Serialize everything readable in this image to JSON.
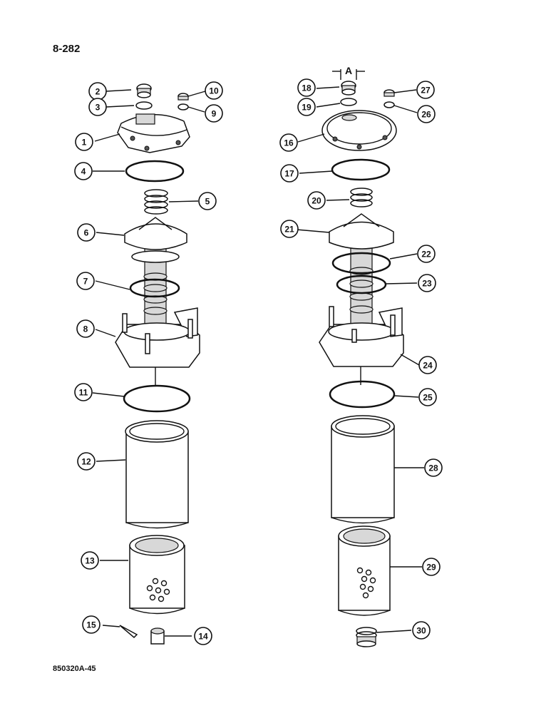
{
  "page_number": "8-282",
  "figure_code": "850320A-45",
  "dimension_label": "A",
  "callouts": [
    {
      "id": "c1",
      "label": "1"
    },
    {
      "id": "c2",
      "label": "2"
    },
    {
      "id": "c3",
      "label": "3"
    },
    {
      "id": "c4",
      "label": "4"
    },
    {
      "id": "c5",
      "label": "5"
    },
    {
      "id": "c6",
      "label": "6"
    },
    {
      "id": "c7",
      "label": "7"
    },
    {
      "id": "c8",
      "label": "8"
    },
    {
      "id": "c9",
      "label": "9"
    },
    {
      "id": "c10",
      "label": "10"
    },
    {
      "id": "c11",
      "label": "11"
    },
    {
      "id": "c12",
      "label": "12"
    },
    {
      "id": "c13",
      "label": "13"
    },
    {
      "id": "c14",
      "label": "14"
    },
    {
      "id": "c15",
      "label": "15"
    },
    {
      "id": "c16",
      "label": "16"
    },
    {
      "id": "c17",
      "label": "17"
    },
    {
      "id": "c18",
      "label": "18"
    },
    {
      "id": "c19",
      "label": "19"
    },
    {
      "id": "c20",
      "label": "20"
    },
    {
      "id": "c21",
      "label": "21"
    },
    {
      "id": "c22",
      "label": "22"
    },
    {
      "id": "c23",
      "label": "23"
    },
    {
      "id": "c24",
      "label": "24"
    },
    {
      "id": "c25",
      "label": "25"
    },
    {
      "id": "c26",
      "label": "26"
    },
    {
      "id": "c27",
      "label": "27"
    },
    {
      "id": "c28",
      "label": "28"
    },
    {
      "id": "c29",
      "label": "29"
    },
    {
      "id": "c30",
      "label": "30"
    }
  ]
}
